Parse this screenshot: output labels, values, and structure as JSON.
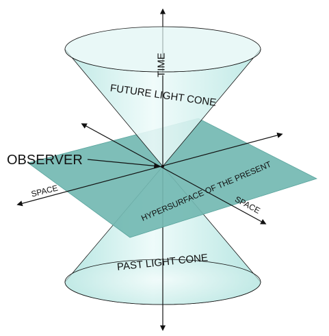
{
  "diagram": {
    "labels": {
      "time": "TIME",
      "future_cone": "FUTURE LIGHT CONE",
      "past_cone": "PAST LIGHT CONE",
      "observer": "OBSERVER",
      "hypersurface": "HYPERSURFACE OF THE PRESENT",
      "space_left": "SPACE",
      "space_right": "SPACE"
    },
    "colors": {
      "plane": "#73b9b2",
      "cone_fill": "#c4ece9",
      "cone_light": "#eaf9f8",
      "cone_upper": "#daf4f2",
      "line": "#111111"
    }
  }
}
